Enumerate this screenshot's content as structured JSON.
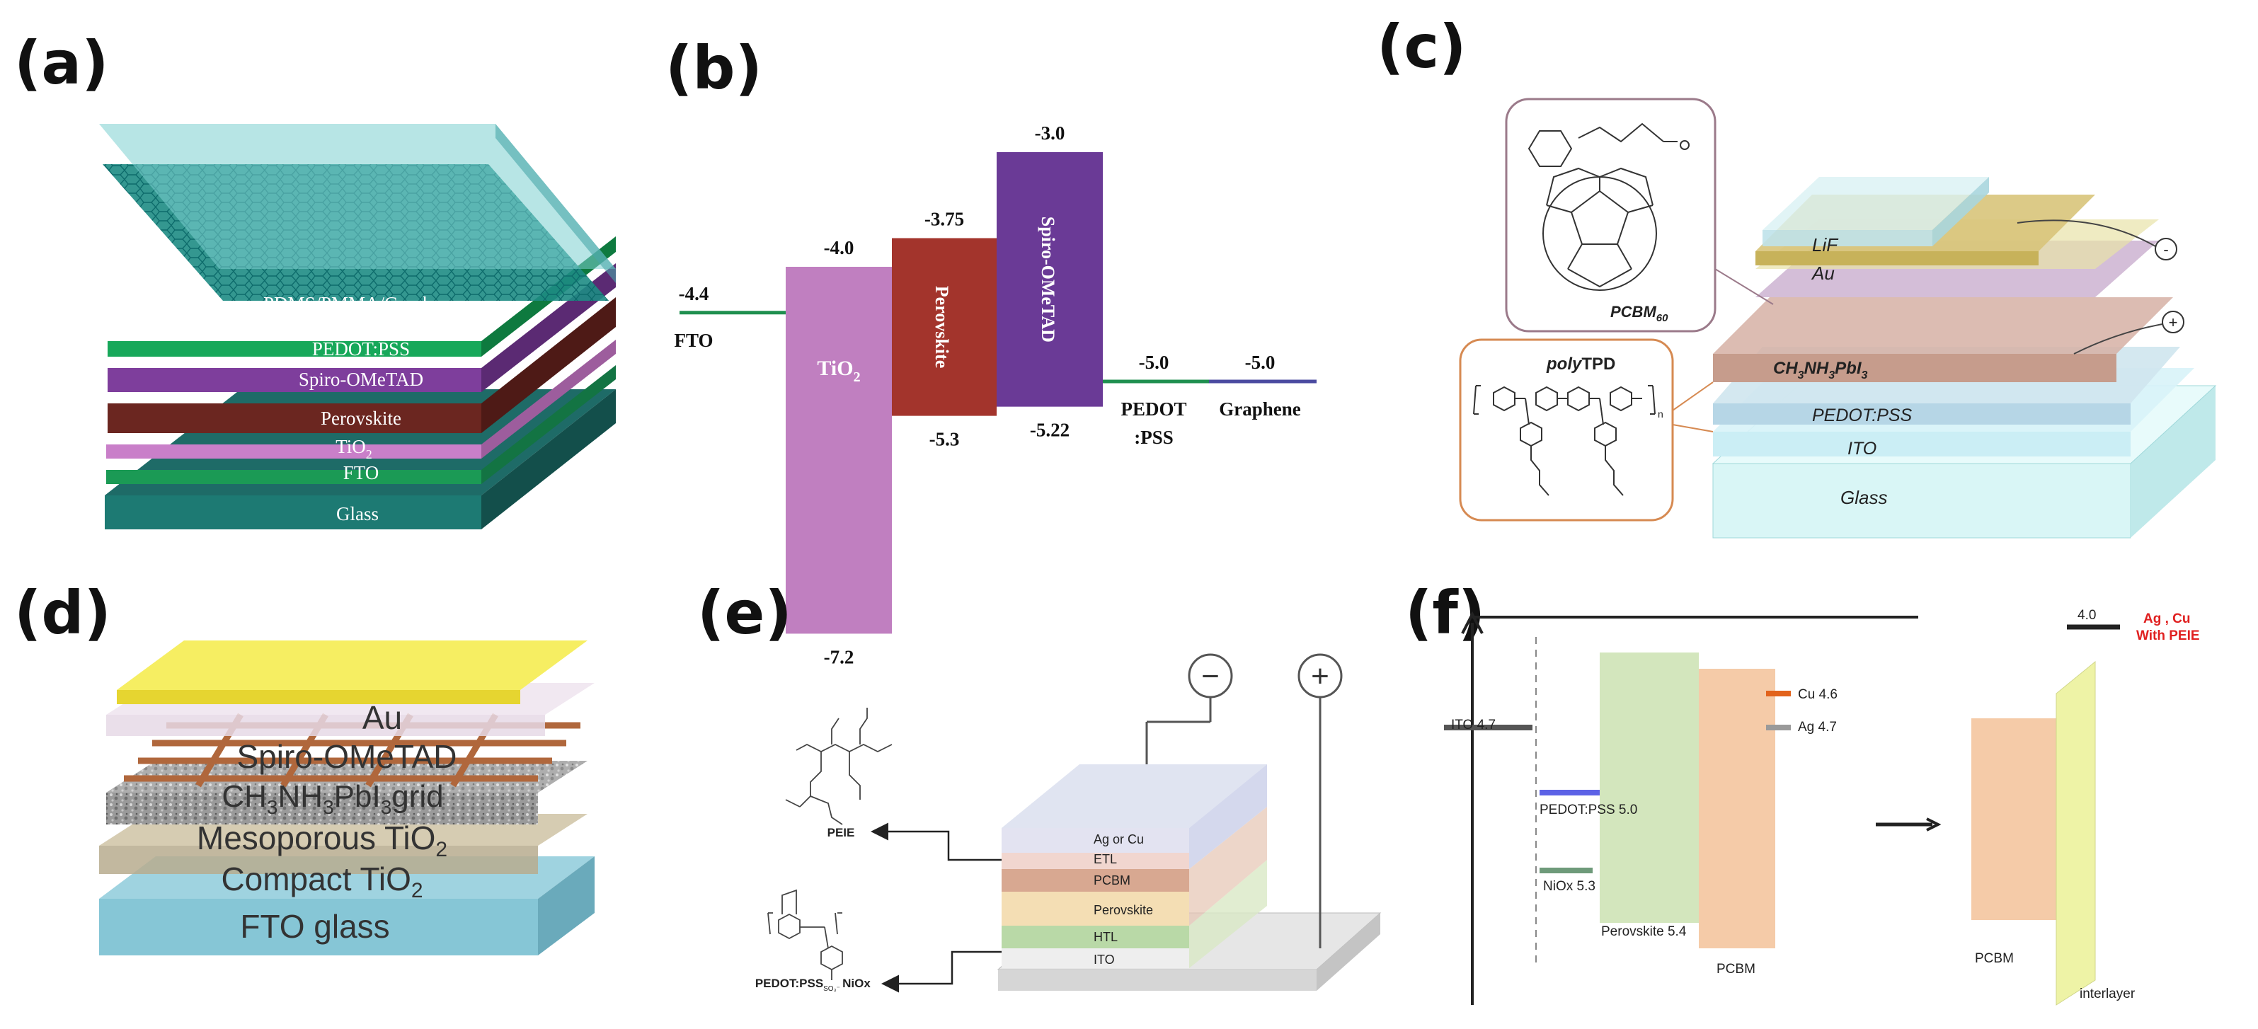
{
  "panel_labels": {
    "a": "(a)",
    "b": "(b)",
    "c": "(c)",
    "d": "(d)",
    "e": "(e)",
    "f": "(f)"
  },
  "panel_a": {
    "layers": [
      "PDMS/PMMA/Graphene",
      "PEDOT:PSS",
      "Spiro-OMeTAD",
      "Perovskite",
      "TiO",
      "FTO",
      "Glass"
    ],
    "tio_subscript": "2"
  },
  "panel_b": {
    "bands": {
      "fto": {
        "name": "FTO",
        "level": "-4.4"
      },
      "tio2": {
        "name": "TiO",
        "sub": "2",
        "top": "-4.0",
        "bottom": "-7.2"
      },
      "perovskite": {
        "name": "Perovskite",
        "top": "-3.75",
        "bottom": "-5.3"
      },
      "spiro": {
        "name": "Spiro-OMeTAD",
        "top": "-3.0",
        "bottom": "-5.22"
      },
      "pedot": {
        "name_line1": "PEDOT",
        "name_line2": ":PSS",
        "level": "-5.0"
      },
      "graphene": {
        "name": "Graphene",
        "level": "-5.0"
      }
    },
    "colors": {
      "tio2": "#c07fc0",
      "perovskite": "#a3342c",
      "spiro": "#6a3a96",
      "fto": "#1f8f4f",
      "pedot": "#1f8f4f",
      "graphene": "#4a4aa0"
    }
  },
  "panel_c": {
    "layers": [
      "LiF",
      "Au",
      "CH",
      "PEDOT:PSS",
      "ITO",
      "Glass"
    ],
    "ch_formula": {
      "p1": "CH",
      "s1": "3",
      "p2": "NH",
      "s2": "3",
      "p3": "PbI",
      "s3": "3"
    },
    "pcbm": {
      "name": "PCBM",
      "sub": "60"
    },
    "polytpd": {
      "prefix": "poly",
      "suffix": "TPD",
      "n": "n"
    },
    "minus": "-",
    "plus": "+"
  },
  "panel_d": {
    "layers": [
      "Au",
      "Spiro-OMeTAD",
      "Mesoporous TiO",
      "Compact TiO",
      "FTO glass"
    ],
    "grid": {
      "p1": "CH",
      "s1": "3",
      "p2": "NH",
      "s2": "3",
      "p3": "PbI",
      "s3": "3",
      "p4": "grid"
    },
    "sub2": "2"
  },
  "panel_e": {
    "layers": [
      "Ag or Cu",
      "ETL",
      "PCBM",
      "Perovskite",
      "HTL",
      "ITO"
    ],
    "molecules": [
      "PEIE",
      "PEDOT:PSS",
      "NiOx"
    ],
    "minus": "−",
    "plus": "+"
  },
  "panel_f": {
    "levels": {
      "ito": "ITO 4.7",
      "pedot": "PEDOT:PSS 5.0",
      "niox": "NiOx 5.3",
      "perovskite": "Perovskite  5.4",
      "pcbm": "PCBM",
      "cu": "Cu 4.6",
      "ag": "Ag 4.7",
      "pcbm2": "PCBM",
      "interlayer": "interlayer",
      "peie_value": "4.0",
      "peie_label1": "Ag , Cu",
      "peie_label2": "With PEIE"
    },
    "colors": {
      "perovskite": "#d3e6bd",
      "pcbm": "#f5cba8",
      "interlayer": "#eef3a6",
      "cu": "#e2631c",
      "ag": "#9a9a9a",
      "pedot": "#5c62e6",
      "niox": "#6e9a7a",
      "ito": "#555555",
      "peie": "#e02020"
    }
  }
}
